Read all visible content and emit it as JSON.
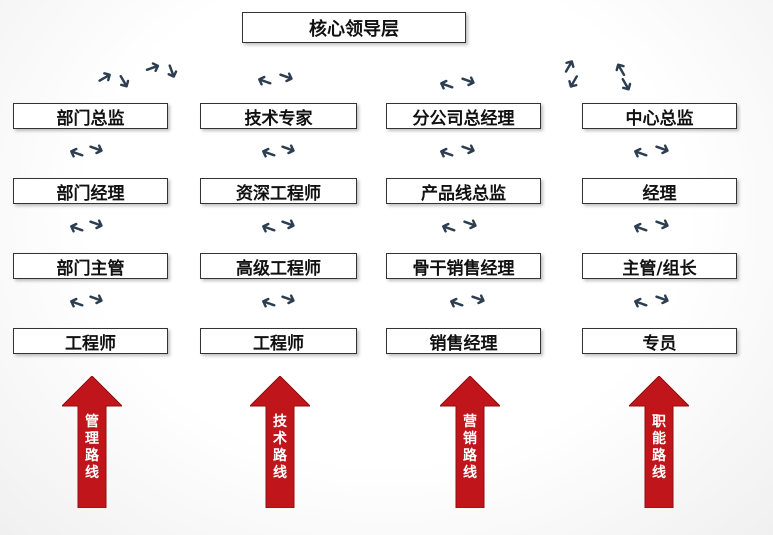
{
  "top": "核心领导层",
  "columns": [
    {
      "levels": [
        "部门总监",
        "部门经理",
        "部门主管",
        "工程师"
      ],
      "path": "管理路线"
    },
    {
      "levels": [
        "技术专家",
        "资深工程师",
        "高级工程师",
        "工程师"
      ],
      "path": "技术路线"
    },
    {
      "levels": [
        "分公司总经理",
        "产品线总监",
        "骨干销售经理",
        "销售经理"
      ],
      "path": "营销路线"
    },
    {
      "levels": [
        "中心总监",
        "经理",
        "主管/组长",
        "专员"
      ],
      "path": "职能路线"
    }
  ],
  "colors": {
    "arrow": "#c0161b",
    "arrow_dark": "#8e0d10",
    "connector": "#2c3e50"
  },
  "icons": {
    "connector": "cycle-arrows-icon",
    "path": "up-arrow-icon"
  }
}
